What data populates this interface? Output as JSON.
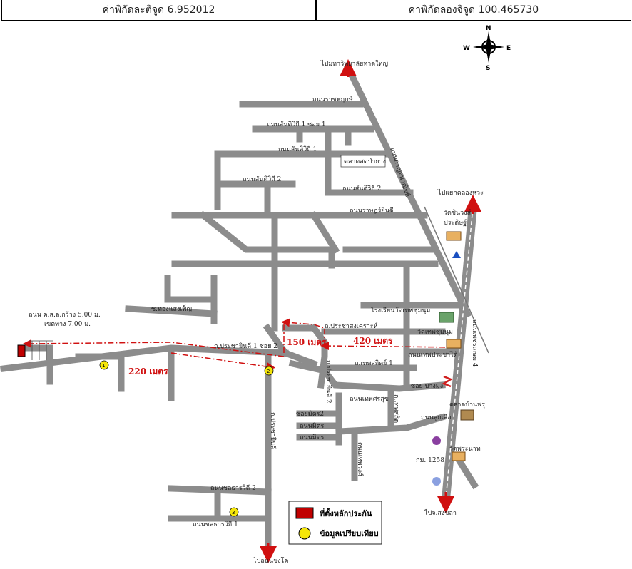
{
  "header": {
    "latitude": "ค่าพิกัดละติจูด 6.952012",
    "longitude": "ค่าพิกัดลองจิจูด 100.465730"
  },
  "compass": {
    "n": "N",
    "s": "S",
    "e": "E",
    "w": "W"
  },
  "labels": {
    "to_university": "ไปมหาวิทยาลัยหาดใหญ่",
    "to_khlong_hae": "ไปแยกคลองหวะ",
    "to_songkhla": "ไปจ.สงขลา",
    "to_nongkai": "ไปถนนชงโค",
    "ratchaphruek": "ถนนราชพฤกษ์",
    "santiwithi1_soi1": "ถนนสันติวิถี 1 ซอย 1",
    "santiwithi1": "ถนนสันติวิถี 1",
    "santiwithi2": "ถนนสันติวิถี 2",
    "santiwithi2b": "ถนนสันติวิถี 2",
    "market_pa_yang": "ตลาดสดป่ายาง",
    "thaisamakkhi": "ถนนราษฎร์ยินดี",
    "kanjaroen": "ถนนกาญจนวณิชย์",
    "phet_kasem_4": "ถนนเพชรเกษม 4",
    "wat_chin": "วัดชินวงส์",
    "prachin": "ประดิษฐ์",
    "school": "โรงเรียนวัดเทพชุมนุม",
    "wat_thep": "วัดเทพชุมนุม",
    "prachasongkhro": "ถ.ประชาสงเคราะห์",
    "thepprachanukun": "ถนนเทพประชาได้",
    "thepsuk1": "ถ.เทพสถิตย์ 1",
    "soi_bang": "ซอย บางมุง",
    "prachayindee2": "ถ.ประชายินดี 2",
    "thepsaranee": "ถนนเทพศรสุข",
    "thepsaranee2": "ถ.เทพสถิต",
    "kanchana_market": "ตลาดบ้านพรุ",
    "kanchana_road": "ถนนลูกเสือ",
    "soi_mitr2": "ซอยมิตร2",
    "mitr1": "ถนนมิตร",
    "mitr2": "ถนนมิตร",
    "thepwat": "ถนนเทพวงศ์",
    "wat_phranat": "วัดพระนาท",
    "km": "กม. 1258",
    "prachayindee_soi2": "ถ.ประชายินดี 1 ซอย 2",
    "prachayindee": "ถ.ประชายินดี",
    "soi_thong": "ซ.ทองแสงเพ็ญ",
    "road_width": "ถนน ค.ส.ล.กว้าง 5.00 ม.",
    "reserve": "เขตทาง 7.00 ม.",
    "chon_huai2": "ถนนชลธารวิถี 2",
    "chon_huai1": "ถนนชลธารวิถี 1",
    "dist_220": "220 เมตร",
    "dist_150": "150 เมตร",
    "dist_420": "420 เมตร",
    "marker1": "1",
    "marker2": "2",
    "marker3": "3"
  },
  "legend": {
    "property": "ที่ตั้งหลักประกัน",
    "comparables": "ข้อมูลเปรียบเทียบ"
  },
  "colors": {
    "road": "#8c8c8c",
    "route": "#d01010",
    "property": "#c00000",
    "marker": "#f5e60a"
  }
}
